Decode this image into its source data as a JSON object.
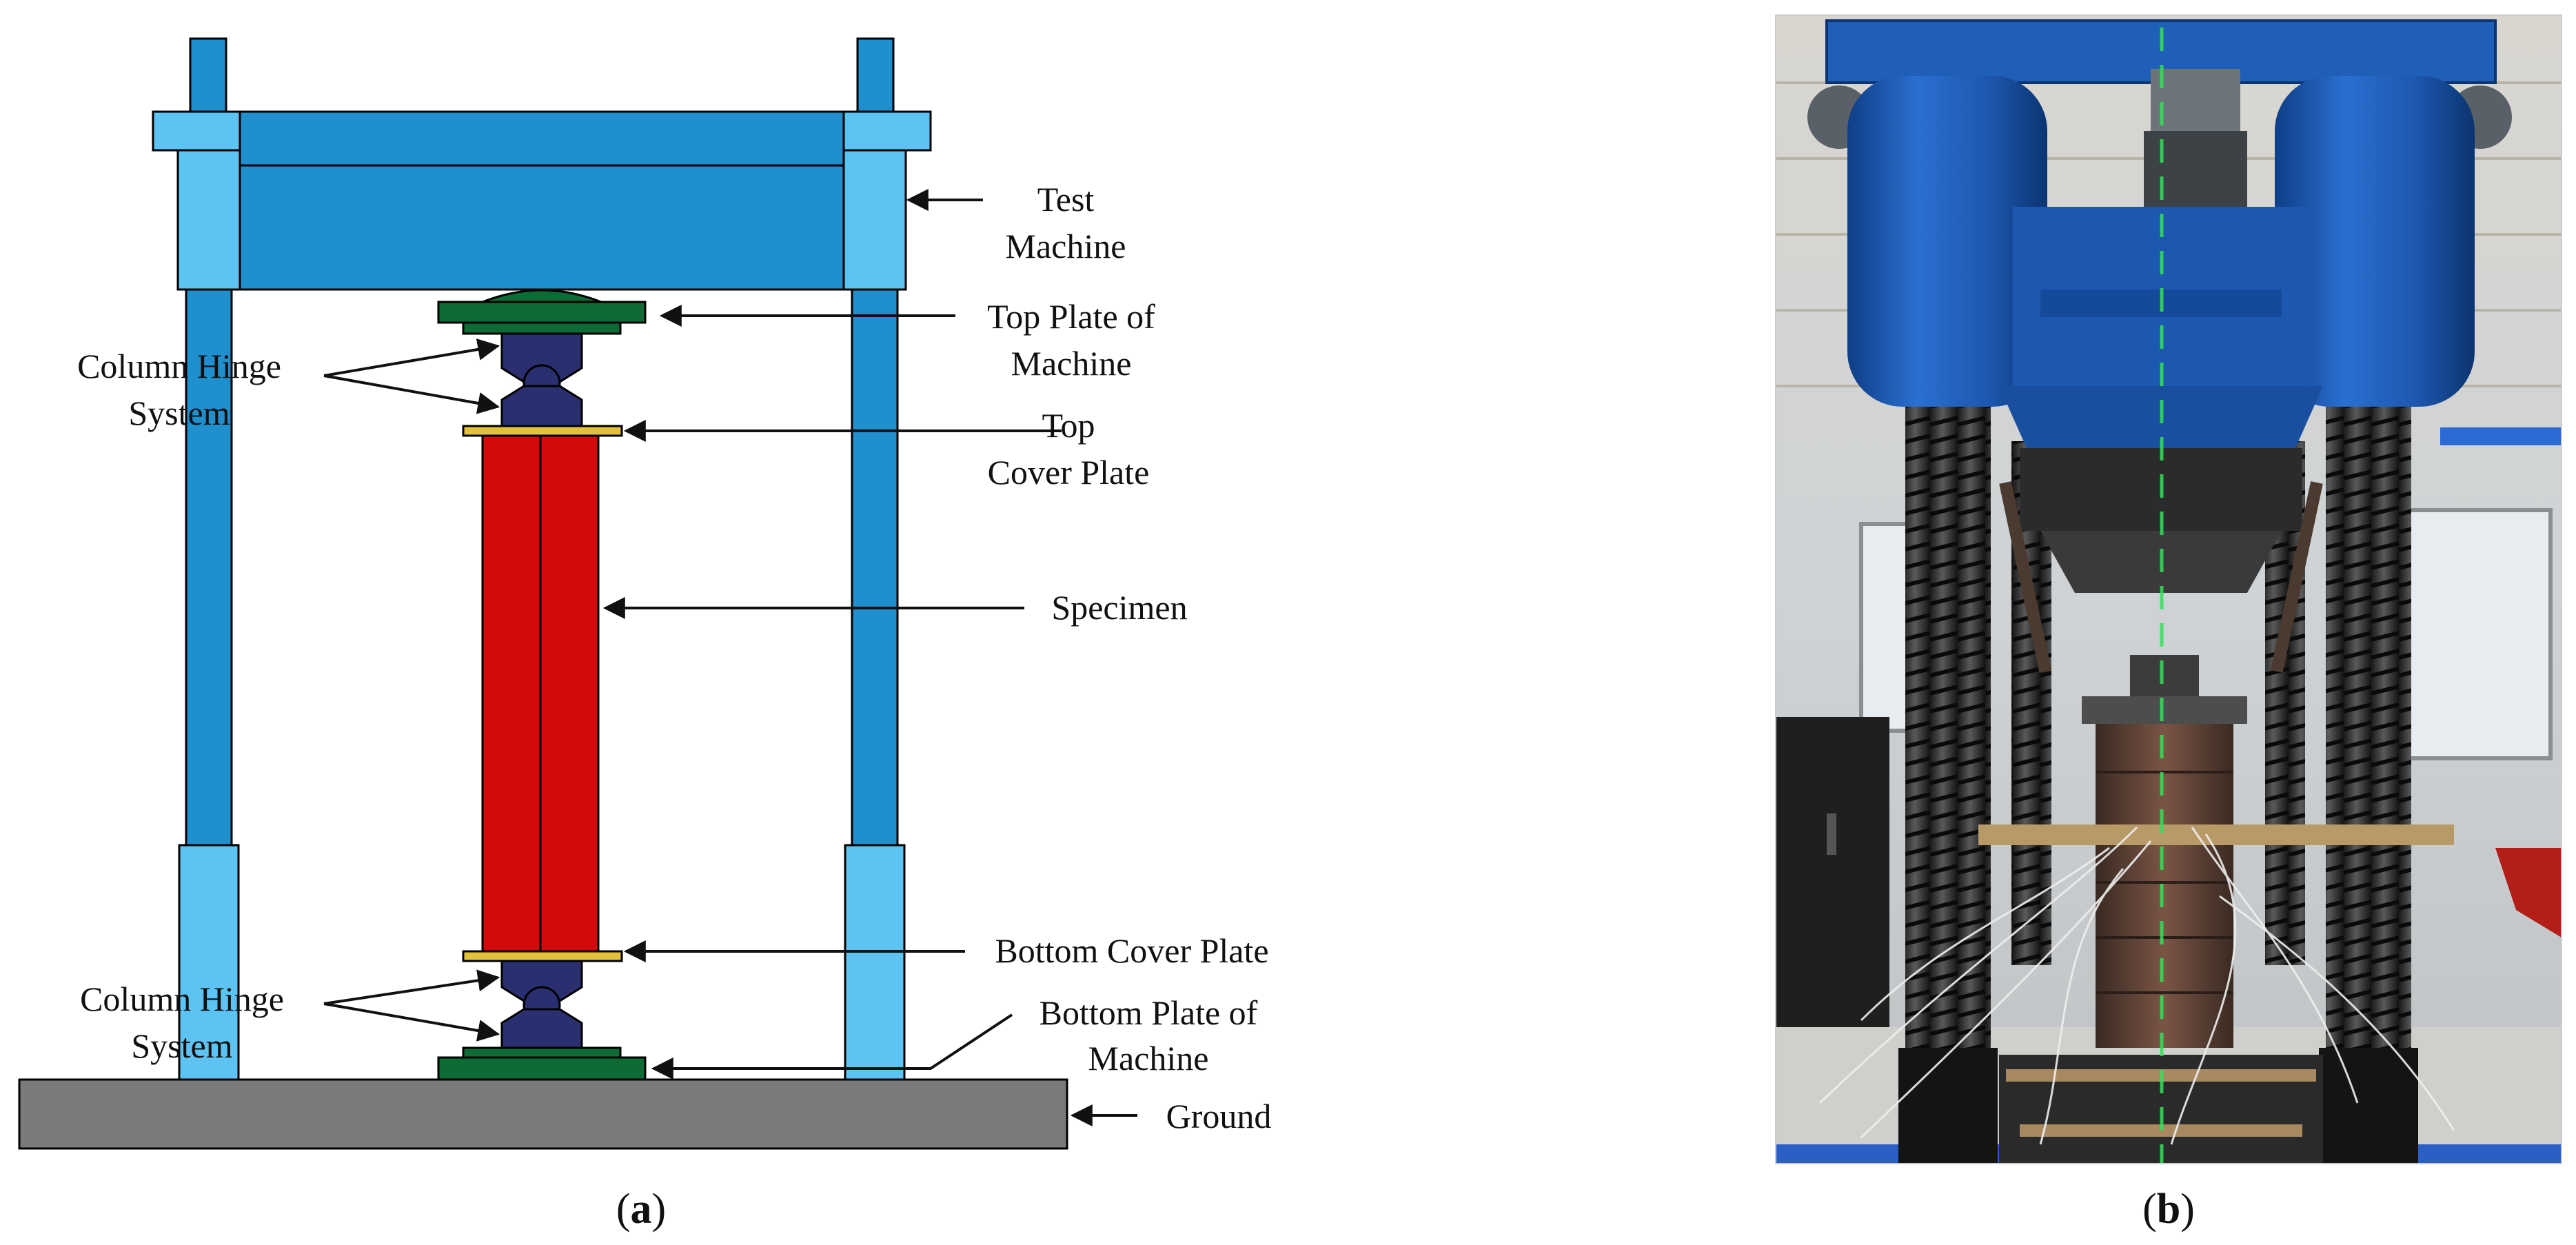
{
  "panel_a": {
    "labels": {
      "test_machine": [
        "Test",
        "Machine"
      ],
      "top_plate_of_machine": [
        "Top Plate of",
        "Machine"
      ],
      "column_hinge_top": [
        "Column Hinge",
        "System"
      ],
      "top_cover_plate": [
        "Top",
        "Cover Plate"
      ],
      "specimen": "Specimen",
      "bottom_cover_plate": "Bottom Cover Plate",
      "column_hinge_bottom": [
        "Column Hinge",
        "System"
      ],
      "bottom_plate_of_machine": [
        "Bottom Plate of",
        "Machine"
      ],
      "ground": "Ground"
    },
    "caption": {
      "open": "(",
      "letter": "a",
      "close": ")"
    }
  },
  "panel_b": {
    "caption": {
      "open": "(",
      "letter": "b",
      "close": ")"
    }
  },
  "colors": {
    "frame_blue": "#1f8fce",
    "frame_light_blue": "#5cc3f2",
    "plate_green": "#0f6b35",
    "hinge_navy": "#2a2f6f",
    "cover_yellow": "#e2c23a",
    "specimen_red": "#d10b0b",
    "ground_gray": "#7a7a7a",
    "machine_blue_photo": "#1f5fb8"
  }
}
